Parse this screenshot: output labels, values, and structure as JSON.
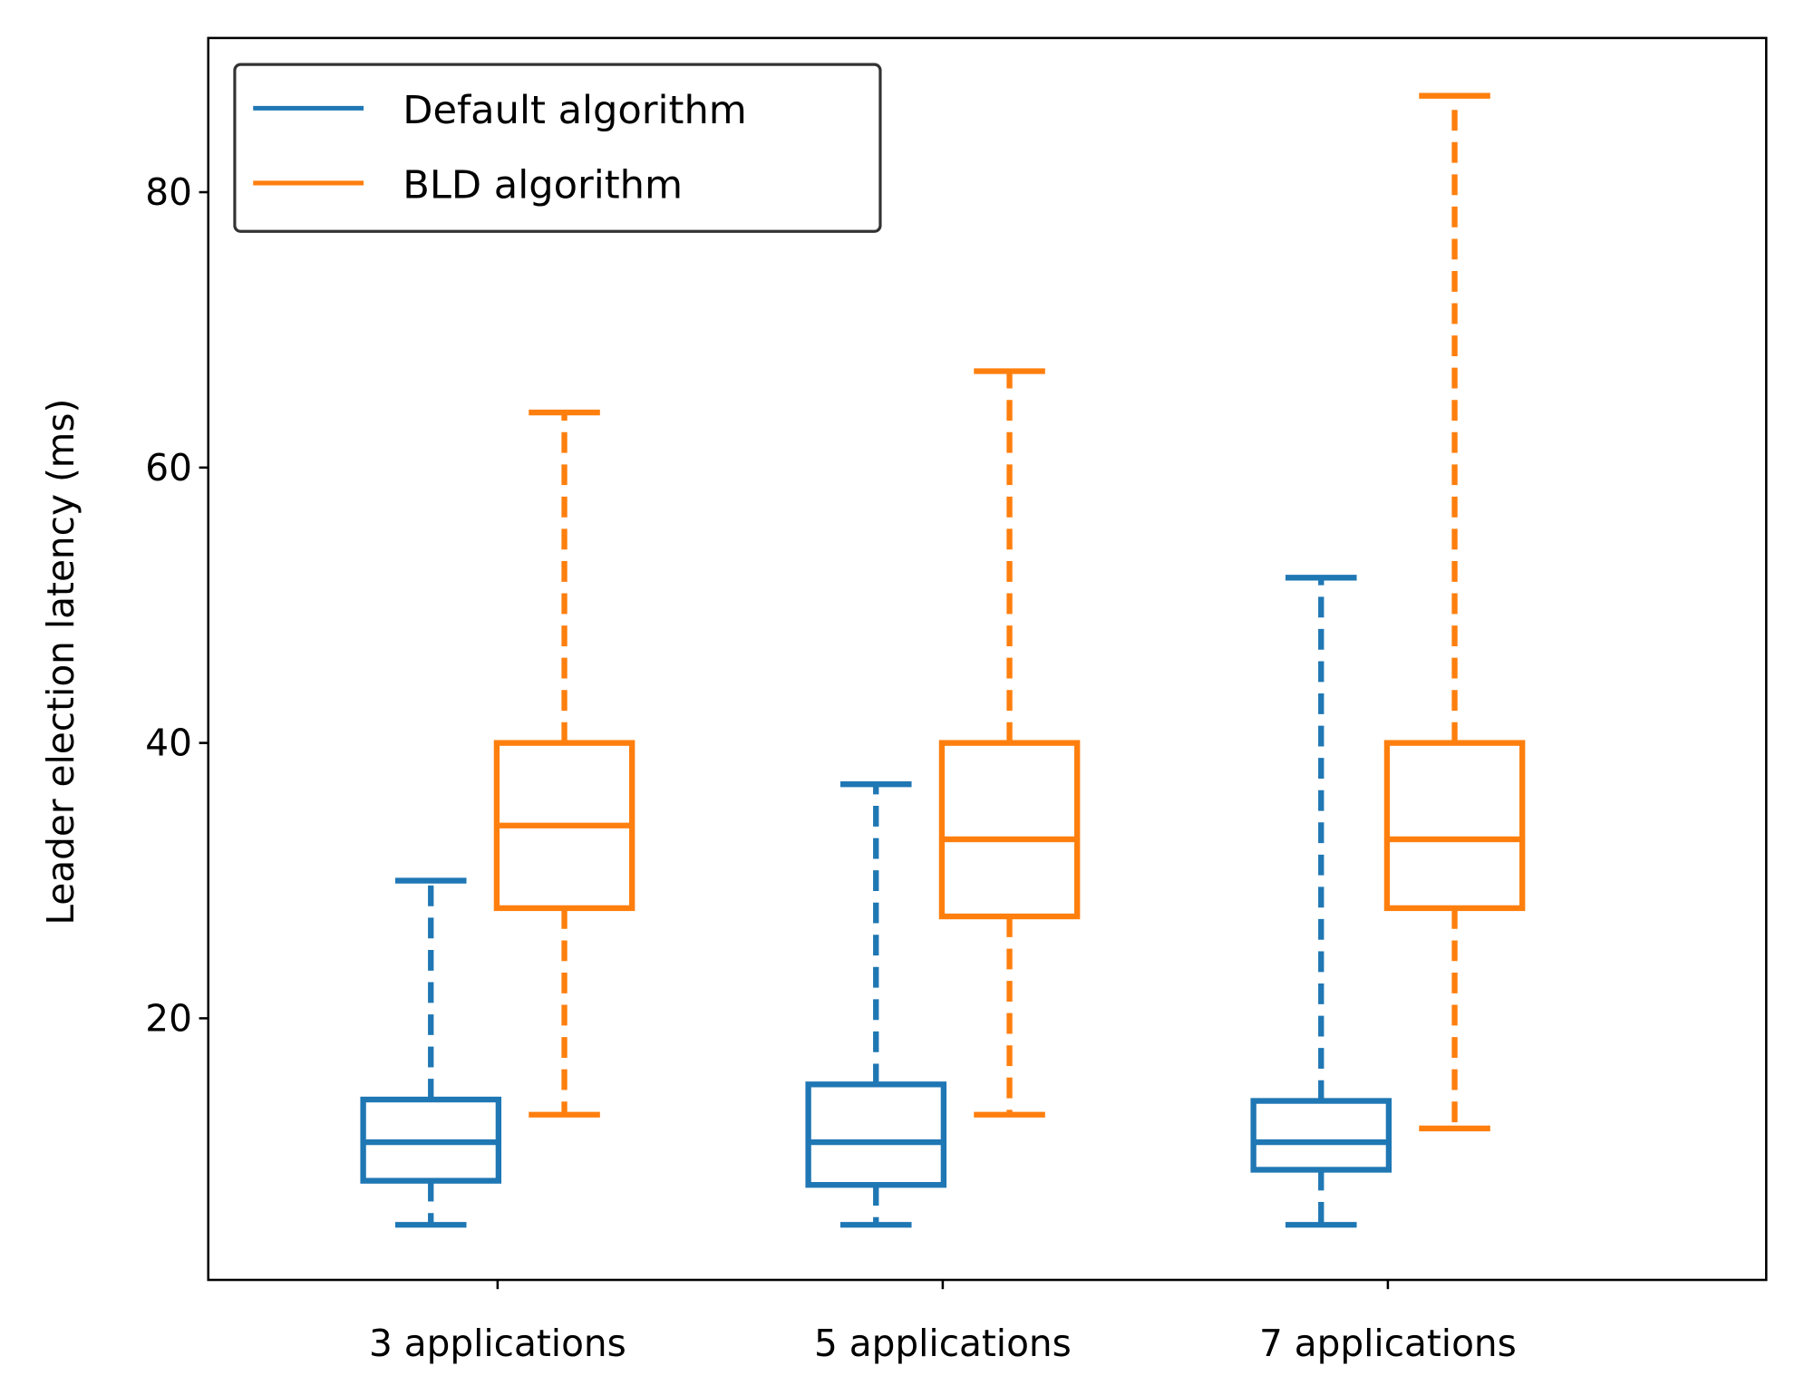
{
  "chart_data": {
    "type": "box",
    "title": "",
    "xlabel": "",
    "ylabel": "Leader election latency (ms)",
    "categories": [
      "3 applications",
      "5 applications",
      "7 applications"
    ],
    "ylim": [
      1,
      91.2
    ],
    "yticks": [
      20,
      40,
      60,
      80
    ],
    "grid": false,
    "legend": {
      "placement": "top-left"
    },
    "series": [
      {
        "name": "Default algorithm",
        "color": "#1f77b4",
        "boxes": [
          {
            "whisker_low": 5,
            "q1": 8.2,
            "median": 11,
            "q3": 14.1,
            "whisker_high": 30
          },
          {
            "whisker_low": 5,
            "q1": 7.9,
            "median": 11,
            "q3": 15.2,
            "whisker_high": 37
          },
          {
            "whisker_low": 5,
            "q1": 9,
            "median": 11,
            "q3": 14,
            "whisker_high": 52
          }
        ]
      },
      {
        "name": "BLD algorithm",
        "color": "#ff7f0e",
        "boxes": [
          {
            "whisker_low": 13,
            "q1": 28,
            "median": 34,
            "q3": 40,
            "whisker_high": 64
          },
          {
            "whisker_low": 13,
            "q1": 27.4,
            "median": 33,
            "q3": 40,
            "whisker_high": 67
          },
          {
            "whisker_low": 12,
            "q1": 28,
            "median": 33,
            "q3": 40,
            "whisker_high": 87
          }
        ]
      }
    ]
  }
}
